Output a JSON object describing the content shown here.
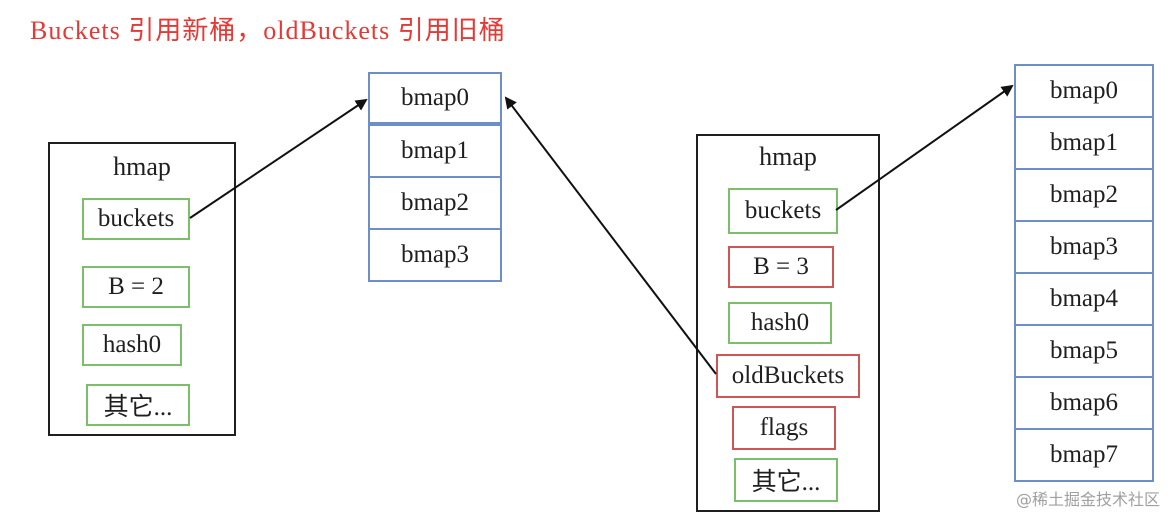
{
  "caption": "Buckets 引用新桶，oldBuckets 引用旧桶",
  "left_hmap": {
    "title": "hmap",
    "fields": [
      "buckets",
      "B = 2",
      "hash0",
      "其它..."
    ]
  },
  "old_buckets": [
    "bmap0",
    "bmap1",
    "bmap2",
    "bmap3"
  ],
  "right_hmap": {
    "title": "hmap",
    "fields": [
      "buckets",
      "B = 3",
      "hash0",
      "oldBuckets",
      "flags",
      "其它..."
    ]
  },
  "new_buckets": [
    "bmap0",
    "bmap1",
    "bmap2",
    "bmap3",
    "bmap4",
    "bmap5",
    "bmap6",
    "bmap7"
  ],
  "watermark": "@稀土掘金技术社区",
  "colors": {
    "caption": "#e53935",
    "unchanged_field_border": "#7bbf6a",
    "changed_field_border": "#d05555",
    "bucket_border": "#6b8fc6",
    "box_border": "#1f1f1f"
  }
}
